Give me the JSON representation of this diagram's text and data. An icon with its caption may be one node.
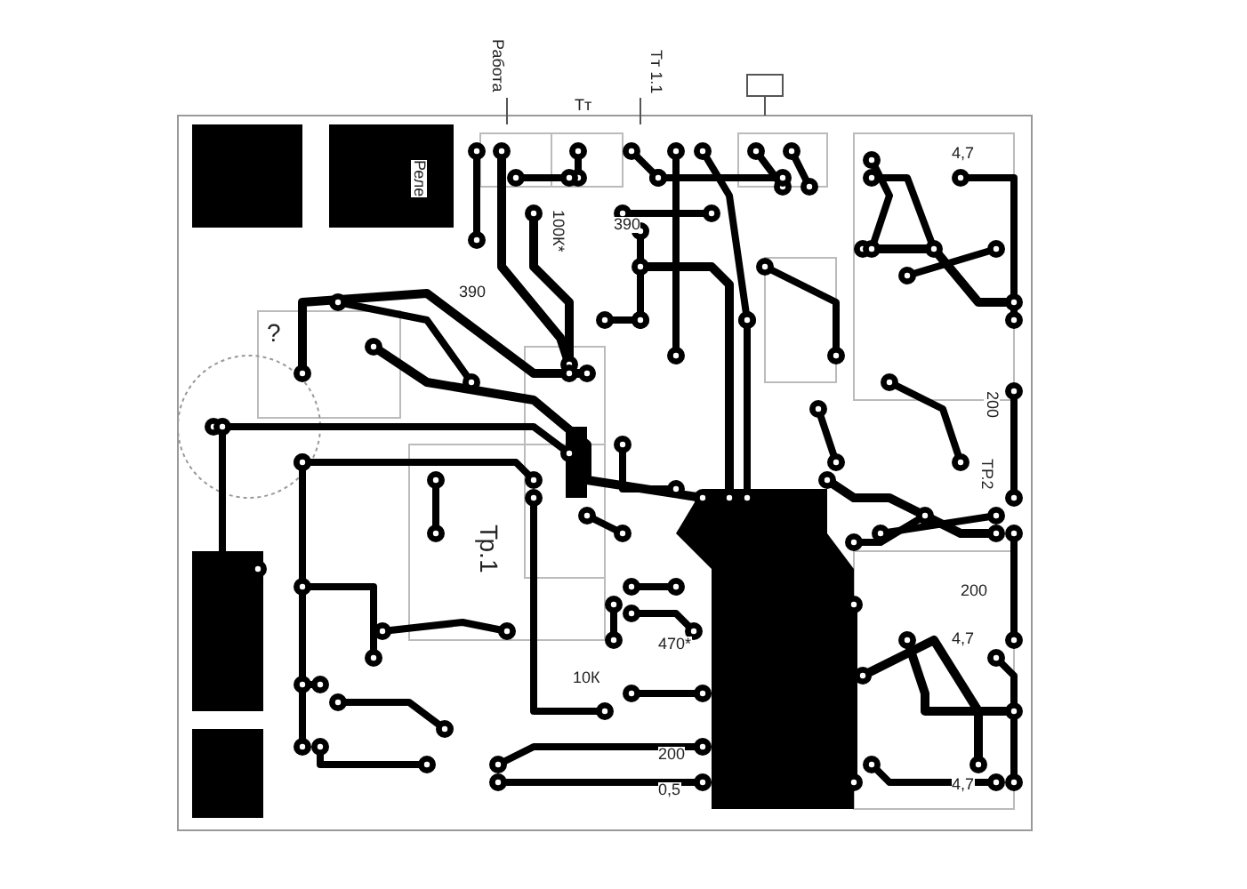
{
  "diagram": {
    "labels": [
      "Работа",
      "Тт",
      "Тт 1.1",
      "Реле",
      "100К*",
      "390",
      "4,7",
      "390",
      "?",
      "200",
      "Тр.1",
      "ТР.2",
      "200",
      "470*",
      "4,7",
      "10К",
      "200",
      "0,5",
      "4,7"
    ]
  }
}
